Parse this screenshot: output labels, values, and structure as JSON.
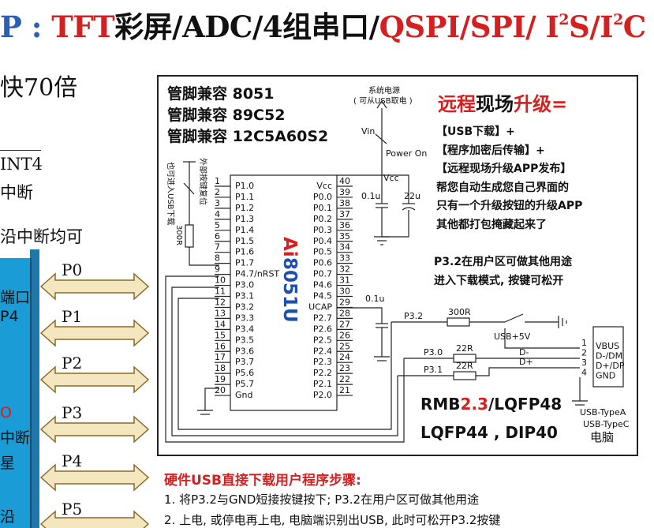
{
  "header": {
    "part1": "P : ",
    "part2": "TFT",
    "part3": "彩屏/ADC/4组串口/",
    "part4": "QSPI/SPI/ I",
    "sup1": "2",
    "part5": "S/I",
    "sup2": "2",
    "part6": "C"
  },
  "left_column": {
    "line1": "快70倍",
    "line2": "INT4",
    "line3": "中断",
    "line4": "沿中断均可",
    "bar_lines": [
      "端口",
      "P4",
      "O",
      "中断",
      "星",
      "沿"
    ],
    "port_labels": [
      "P0",
      "P1",
      "P2",
      "P3",
      "P4",
      "P5"
    ]
  },
  "diagram": {
    "compat_lines": [
      "管脚兼容 8051",
      "管脚兼容 89C52",
      "管脚兼容 12C5A60S2"
    ],
    "power_label": "系统电源",
    "power_sub": "( 可从USB取电 )",
    "vin": "Vin",
    "power_on": "Power On",
    "vcc": "Vcc",
    "cap1": "0.1u",
    "cap2": "22u",
    "cap3": "0.1u",
    "reset_text": "也可进入USB下载",
    "reset_text2": "外部按键复位",
    "resistor_reset": "300R",
    "chip_brand": "Ai",
    "chip_model": "8051U",
    "left_pins": [
      {
        "num": "1",
        "name": "P1.0"
      },
      {
        "num": "2",
        "name": "P1.1"
      },
      {
        "num": "3",
        "name": "P1.2"
      },
      {
        "num": "4",
        "name": "P1.3"
      },
      {
        "num": "5",
        "name": "P1.4"
      },
      {
        "num": "6",
        "name": "P1.5"
      },
      {
        "num": "7",
        "name": "P1.6"
      },
      {
        "num": "8",
        "name": "P1.7"
      },
      {
        "num": "9",
        "name": "P4.7/nRST"
      },
      {
        "num": "10",
        "name": "P3.0"
      },
      {
        "num": "11",
        "name": "P3.1"
      },
      {
        "num": "12",
        "name": "P3.2"
      },
      {
        "num": "13",
        "name": "P3.3"
      },
      {
        "num": "14",
        "name": "P3.4"
      },
      {
        "num": "15",
        "name": "P3.5"
      },
      {
        "num": "16",
        "name": "P3.6"
      },
      {
        "num": "17",
        "name": "P3.7"
      },
      {
        "num": "18",
        "name": "P5.6"
      },
      {
        "num": "19",
        "name": "P5.7"
      },
      {
        "num": "20",
        "name": "Gnd"
      }
    ],
    "right_pins": [
      {
        "num": "40",
        "name": "Vcc"
      },
      {
        "num": "39",
        "name": "P0.0"
      },
      {
        "num": "38",
        "name": "P0.1"
      },
      {
        "num": "37",
        "name": "P0.2"
      },
      {
        "num": "36",
        "name": "P0.3"
      },
      {
        "num": "35",
        "name": "P0.4"
      },
      {
        "num": "34",
        "name": "P0.5"
      },
      {
        "num": "33",
        "name": "P0.6"
      },
      {
        "num": "32",
        "name": "P0.7"
      },
      {
        "num": "31",
        "name": "P4.6"
      },
      {
        "num": "30",
        "name": "P4.5"
      },
      {
        "num": "29",
        "name": "UCAP"
      },
      {
        "num": "28",
        "name": "P2.7"
      },
      {
        "num": "27",
        "name": "P2.6"
      },
      {
        "num": "26",
        "name": "P2.5"
      },
      {
        "num": "25",
        "name": "P2.4"
      },
      {
        "num": "24",
        "name": "P2.3"
      },
      {
        "num": "23",
        "name": "P2.2"
      },
      {
        "num": "22",
        "name": "P2.1"
      },
      {
        "num": "21",
        "name": "P2.0"
      }
    ],
    "upgrade_title_a": "远程",
    "upgrade_title_b": "现场",
    "upgrade_title_c": "升级=",
    "upgrade_lines": [
      "【USB下载】+",
      "【程序加密后传输】+",
      "【远程现场升级APP发布】",
      "帮您自动生成您自己界面的",
      "只有一个升级按钮的升级APP",
      "其他都打包掩藏起来了"
    ],
    "p32_lines": [
      "P3.2在用户区可做其他用途",
      "进入下载模式, 按键可松开"
    ],
    "p32_label": "P3.2",
    "r300": "300R",
    "usb5v": "USB+5V",
    "p30": "P3.0",
    "p31": "P3.1",
    "r22a": "22R",
    "r22b": "22R",
    "dminus": "D-",
    "dplus": "D+",
    "usb_pins": [
      {
        "num": "1",
        "name": "VBUS"
      },
      {
        "num": "2",
        "name": "D-/DM"
      },
      {
        "num": "3",
        "name": "D+/DP"
      },
      {
        "num": "4",
        "name": "GND"
      }
    ],
    "pkg_a": "RMB",
    "pkg_b": "2.3",
    "pkg_c": "/LQFP48",
    "pkg_line2": "LQFP44 , DIP40",
    "usb_typea": "USB-TypeA",
    "usb_typec": "USB-TypeC",
    "pc_label": "电脑"
  },
  "steps": {
    "title": "硬件USB直接下载用户程序步骤:",
    "items": [
      "1. 将P3.2与GND短接按键按下; P3.2在用户区可做其他用途",
      "2. 上电, 或停电再上电, 电脑端识别出USB, 此时可松开P3.2按键"
    ]
  }
}
